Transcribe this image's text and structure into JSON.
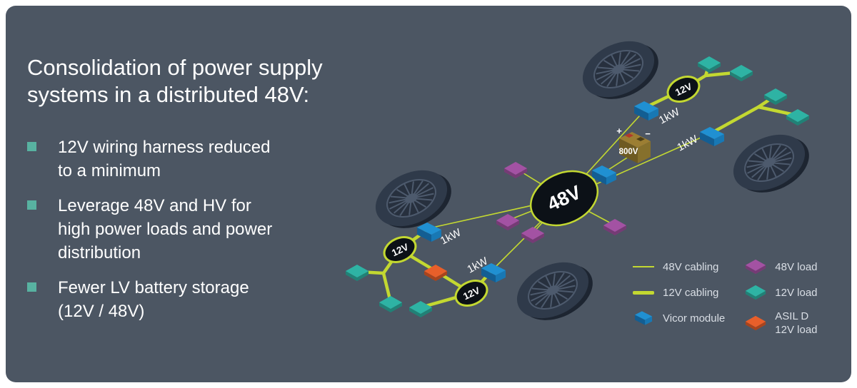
{
  "colors": {
    "page_bg": "#ffffff",
    "slide_bg": "#4c5663",
    "title_text": "#ffffff",
    "bullet_square": "#58b2a1",
    "cabling": "#c3d831",
    "module_top": "#2090d2",
    "module_front": "#135e93",
    "module_side": "#1878b4",
    "load_48v": "#a352a3",
    "load_12v": "#2eb3a4",
    "load_asil": "#e85f2a",
    "node_fill": "#0c1117",
    "wheel_mid": "#2f3a4a",
    "wheel_rim": "#4d5a6d",
    "battery_top": "#9c7e33",
    "battery_front": "#6e5a22",
    "battery_side": "#86702c",
    "legend_text": "#d9dee5"
  },
  "slide": {
    "title": "Consolidation of power supply\nsystems in a distributed 48V:",
    "bullets": [
      "12V wiring harness reduced\nto a minimum",
      "Leverage 48V and HV for\nhigh power loads and power\ndistribution",
      "Fewer LV battery storage\n(12V / 48V)"
    ]
  },
  "diagram": {
    "hub_label": "48V",
    "node_label": "12V",
    "module_power_label": "1kW",
    "battery_label": "800V",
    "battery_plus": "+",
    "battery_minus": "−",
    "legend": {
      "cabling_48v": "48V cabling",
      "cabling_12v": "12V cabling",
      "vicor_module": "Vicor module",
      "load_48v": "48V load",
      "load_12v": "12V load",
      "load_asil": "ASIL D\n12V load"
    }
  }
}
